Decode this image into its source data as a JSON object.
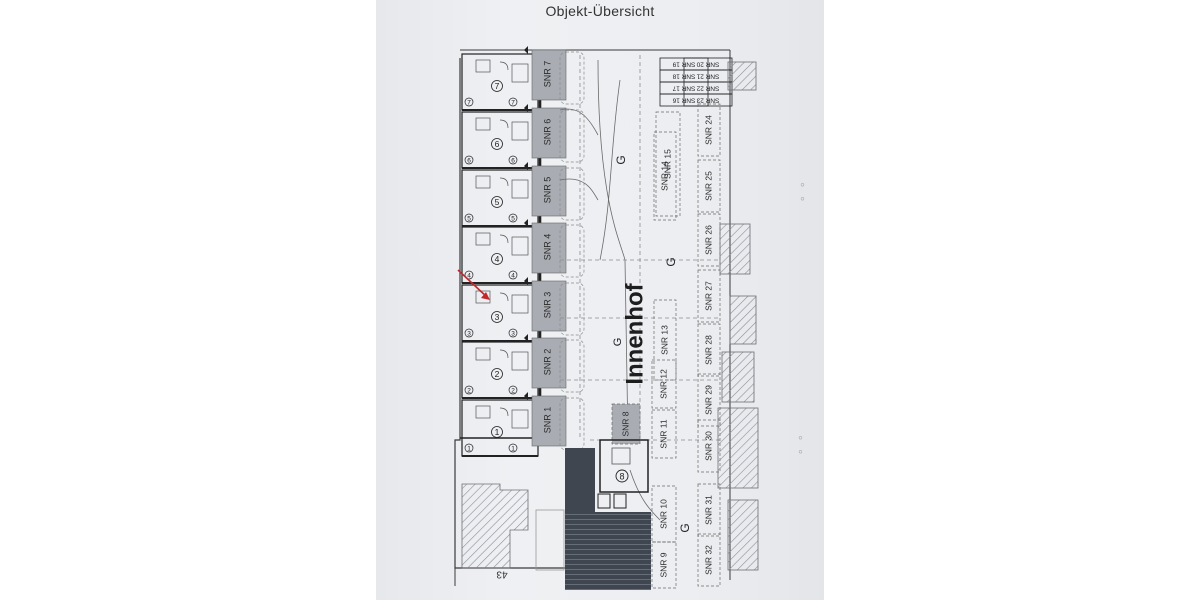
{
  "document": {
    "title": "Objekt-Übersicht",
    "courtyard_label": "Innenhof",
    "garage_marker": "G",
    "house_numbers": [
      "1",
      "2",
      "3",
      "4",
      "5",
      "6",
      "7"
    ],
    "left_plots": [
      "SNR 1",
      "SNR 2",
      "SNR 3",
      "SNR 4",
      "SNR 5",
      "SNR 6",
      "SNR 7"
    ],
    "center_plots": [
      "SNR 8",
      "SNR 11",
      "SNR 12",
      "SNR 13",
      "SNR 14",
      "SNR 15"
    ],
    "bottom_plots": [
      "SNR 9",
      "SNR 10"
    ],
    "small_plots": [
      "SNR 16",
      "SNR 17",
      "SNR 18",
      "SNR 19",
      "SNR 20",
      "SNR 21",
      "SNR 22",
      "SNR 23"
    ],
    "right_plots": [
      "SNR 24",
      "SNR 25",
      "SNR 26",
      "SNR 27",
      "SNR 28",
      "SNR 29",
      "SNR 30",
      "SNR 31",
      "SNR 32"
    ],
    "unit_8_label": "8",
    "bottom_marker": "43"
  },
  "colors": {
    "paper": "#eceef1",
    "line": "#3a3a3a",
    "hatch": "#8a8f98",
    "dark_block": "#3f4650",
    "arrow": "#c0282d"
  }
}
